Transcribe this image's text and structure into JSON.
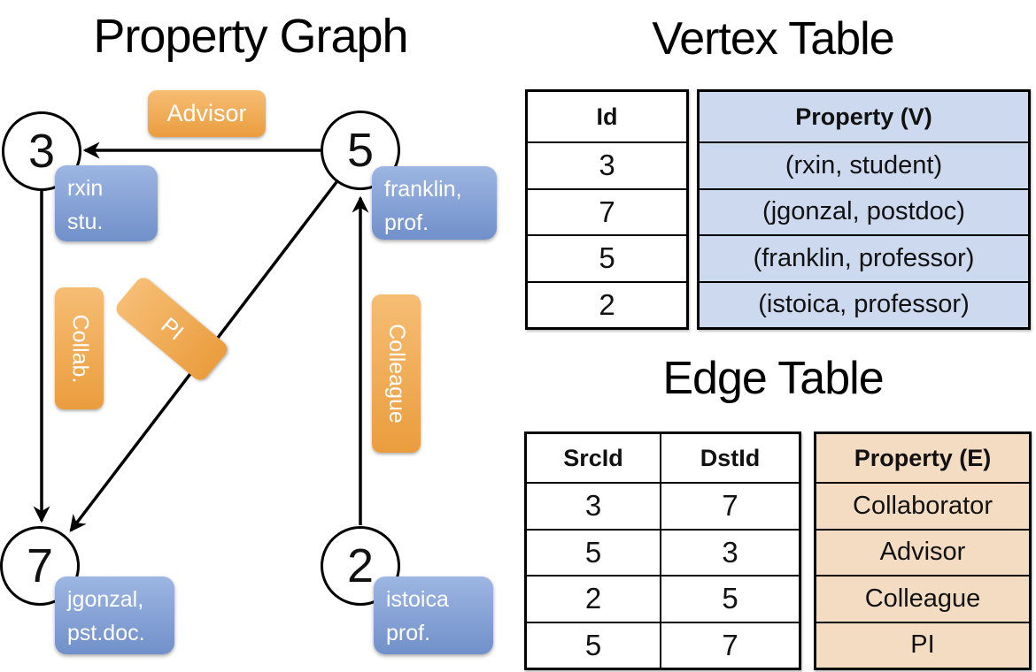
{
  "graph": {
    "title": "Property Graph",
    "nodes": [
      {
        "id": "3",
        "label_lines": [
          "rxin",
          "stu."
        ]
      },
      {
        "id": "5",
        "label_lines": [
          "franklin,",
          "prof."
        ]
      },
      {
        "id": "7",
        "label_lines": [
          "jgonzal,",
          "pst.doc."
        ]
      },
      {
        "id": "2",
        "label_lines": [
          "istoica",
          "prof."
        ]
      }
    ],
    "edges": [
      {
        "from": "5",
        "to": "3",
        "label": "Advisor"
      },
      {
        "from": "3",
        "to": "7",
        "label": "Collab."
      },
      {
        "from": "5",
        "to": "7",
        "label": "PI"
      },
      {
        "from": "2",
        "to": "5",
        "label": "Colleague"
      }
    ]
  },
  "vertex_table": {
    "title": "Vertex Table",
    "columns": [
      "Id",
      "Property (V)"
    ],
    "rows": [
      [
        "3",
        "(rxin, student)"
      ],
      [
        "7",
        "(jgonzal, postdoc)"
      ],
      [
        "5",
        "(franklin, professor)"
      ],
      [
        "2",
        "(istoica, professor)"
      ]
    ]
  },
  "edge_table": {
    "title": "Edge Table",
    "columns": [
      "SrcId",
      "DstId",
      "Property (E)"
    ],
    "rows": [
      [
        "3",
        "7",
        "Collaborator"
      ],
      [
        "5",
        "3",
        "Advisor"
      ],
      [
        "2",
        "5",
        "Colleague"
      ],
      [
        "5",
        "7",
        "PI"
      ]
    ]
  },
  "colors": {
    "orange_top": "#f6bd74",
    "orange_bottom": "#ea9d3d",
    "blue_top": "#9db6e2",
    "blue_bottom": "#7190ca",
    "vertex_cell": "#cdd9ee",
    "edge_cell": "#f3dcc2",
    "line": "#000000",
    "text_light": "#ffffff"
  }
}
